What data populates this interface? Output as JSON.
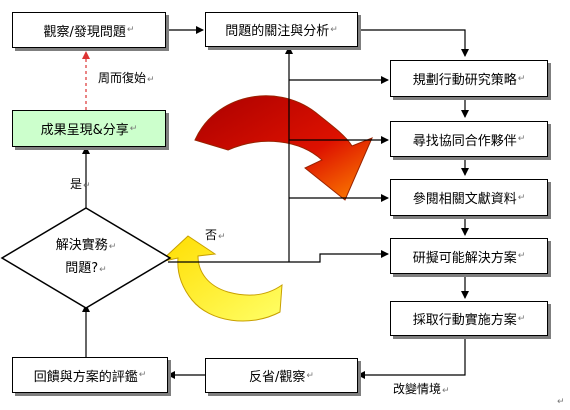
{
  "paragraph_mark": "↵",
  "boxes": {
    "observe": "觀察/發現問題",
    "analyze": "問題的關注與分析",
    "plan": "規劃行動研究策略",
    "partners": "尋找協同合作夥伴",
    "literature": "參閱相關文獻資料",
    "propose": "研擬可能解決方案",
    "implement": "採取行動實施方案",
    "reflect": "反省/觀察",
    "evaluate": "回饋與方案的評鑑",
    "share": "成果呈現&分享"
  },
  "decision": {
    "line1": "解決實務",
    "line2": "問題?"
  },
  "labels": {
    "cycle": "周而復始",
    "yes": "是",
    "no": "否",
    "change": "改變情境"
  },
  "colors": {
    "share_fill": "#ccffcc",
    "red_arrow": "#cc0000",
    "orange_arrow": "#ff9900",
    "yellow_arrow": "#ffee00",
    "dashed_arrow": "#dd3333"
  }
}
